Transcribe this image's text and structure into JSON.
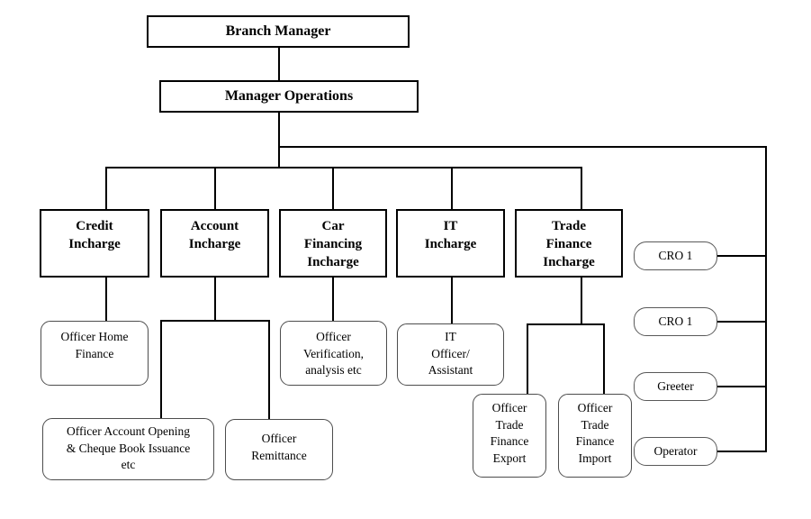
{
  "orgchart": {
    "nodes": {
      "branch_manager": "Branch Manager",
      "manager_operations": "Manager Operations",
      "credit_incharge": "Credit\nIncharge",
      "account_incharge": "Account\nIncharge",
      "car_financing_incharge": "Car\nFinancing\nIncharge",
      "it_incharge": "IT\nIncharge",
      "trade_finance_incharge": "Trade\nFinance\nIncharge",
      "officer_home_finance": "Officer Home\nFinance",
      "officer_verification": "Officer\nVerification,\nanalysis etc",
      "it_officer_assistant": "IT\nOfficer/\nAssistant",
      "officer_account_opening": "Officer Account Opening\n& Cheque Book Issuance\netc",
      "officer_remittance": "Officer\nRemittance",
      "officer_trade_finance_export": "Officer\nTrade\nFinance\nExport",
      "officer_trade_finance_import": "Officer\nTrade\nFinance\nImport",
      "cro_1_top": "CRO 1",
      "cro_1_bottom": "CRO 1",
      "greeter": "Greeter",
      "operator": "Operator"
    },
    "hierarchy": [
      {
        "parent": "Branch Manager",
        "child": "Manager Operations"
      },
      {
        "parent": "Manager Operations",
        "child": "Credit Incharge"
      },
      {
        "parent": "Manager Operations",
        "child": "Account Incharge"
      },
      {
        "parent": "Manager Operations",
        "child": "Car Financing Incharge"
      },
      {
        "parent": "Manager Operations",
        "child": "IT Incharge"
      },
      {
        "parent": "Manager Operations",
        "child": "Trade Finance Incharge"
      },
      {
        "parent": "Manager Operations",
        "child": "CRO 1"
      },
      {
        "parent": "Manager Operations",
        "child": "CRO 1"
      },
      {
        "parent": "Manager Operations",
        "child": "Greeter"
      },
      {
        "parent": "Manager Operations",
        "child": "Operator"
      },
      {
        "parent": "Credit Incharge",
        "child": "Officer Home Finance"
      },
      {
        "parent": "Account Incharge",
        "child": "Officer Account Opening & Cheque Book Issuance etc"
      },
      {
        "parent": "Account Incharge",
        "child": "Officer Remittance"
      },
      {
        "parent": "Car Financing Incharge",
        "child": "Officer Verification, analysis etc"
      },
      {
        "parent": "IT Incharge",
        "child": "IT Officer/ Assistant"
      },
      {
        "parent": "Trade Finance Incharge",
        "child": "Officer Trade Finance Export"
      },
      {
        "parent": "Trade Finance Incharge",
        "child": "Officer Trade Finance Import"
      }
    ],
    "colors": {
      "background": "#ffffff",
      "line": "#000000",
      "rect_border": "#000000",
      "rounded_border": "#4d4d4d",
      "text": "#000000"
    }
  }
}
